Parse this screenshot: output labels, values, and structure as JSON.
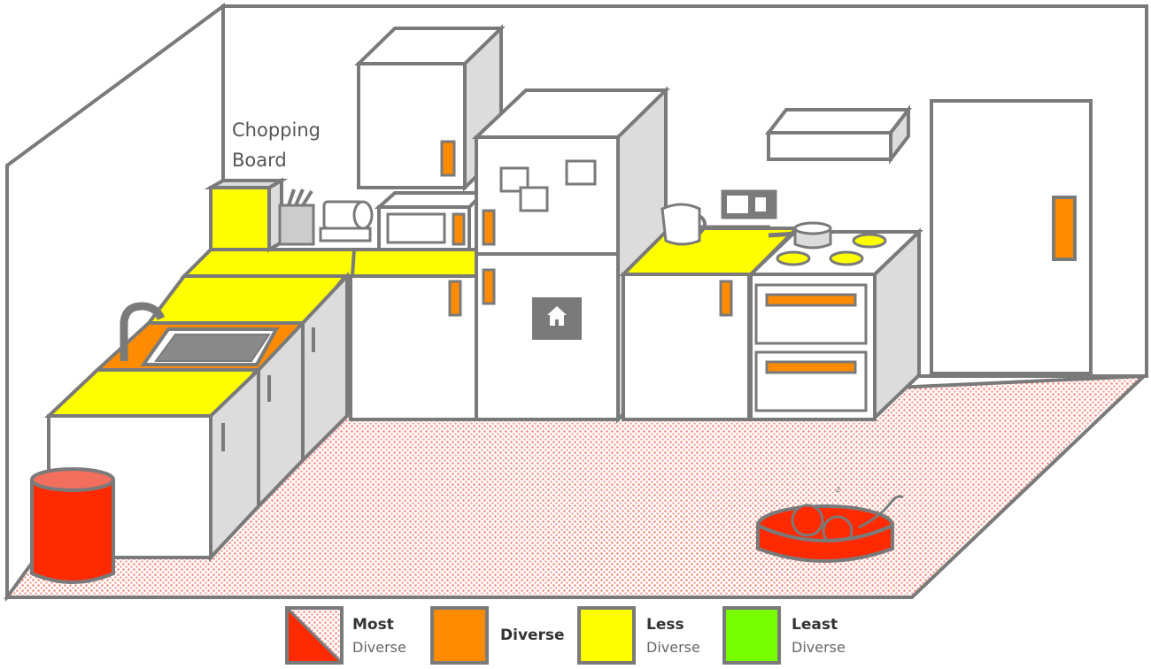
{
  "labels": {
    "chopping_board_line1": "Chopping",
    "chopping_board_line2": "Board"
  },
  "legend": [
    {
      "line1": "Most",
      "line2": "Diverse",
      "swatch": "most"
    },
    {
      "line1": "Diverse",
      "line2": "",
      "swatch": "orange"
    },
    {
      "line1": "Less",
      "line2": "Diverse",
      "swatch": "yellow"
    },
    {
      "line1": "Least",
      "line2": "Diverse",
      "swatch": "green"
    }
  ],
  "colors": {
    "most_diverse": "#ff2a00",
    "diverse": "#ff8c00",
    "less_diverse": "#ffff00",
    "least_diverse": "#77ff00",
    "outline": "#7a7a7a",
    "floor_dots": "#f4a79c"
  }
}
